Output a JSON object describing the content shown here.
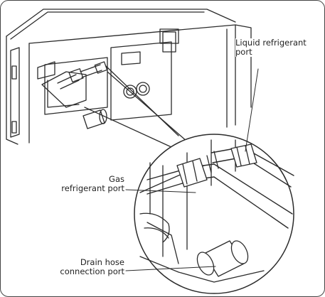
{
  "callouts": {
    "liquid_port": "Liquid refrigerant\nport",
    "gas_port": "Gas\nrefrigerant port",
    "drain_port": "Drain hose\nconnection port"
  },
  "colors": {
    "line": "#2b2b2b",
    "frame": "#444444",
    "background": "#ffffff"
  }
}
